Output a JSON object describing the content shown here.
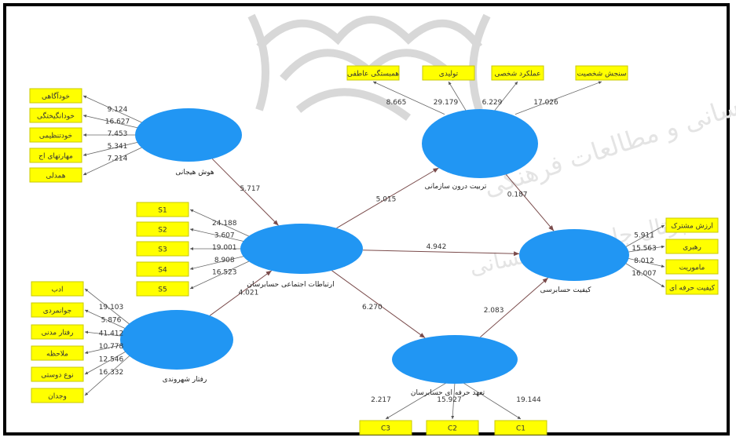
{
  "constructs": [
    {
      "id": "hooshHayjani",
      "label": "هوش هیجانی",
      "color": "#2196f3"
    },
    {
      "id": "tarbiatDaroni",
      "label": "تربیت درون سازمانی",
      "color": "#2196f3"
    },
    {
      "id": "ertebatat",
      "label": "ارتباطات اجتماعی حسابرسان",
      "color": "#2196f3"
    },
    {
      "id": "raftar",
      "label": "رفتار شهروندی",
      "color": "#2196f3"
    },
    {
      "id": "kefiat",
      "label": "کیفیت حسابرسی",
      "color": "#2196f3"
    },
    {
      "id": "taahod",
      "label": "تعهد حرفه ای حسابرسان",
      "color": "#2196f3"
    }
  ],
  "indicators": {
    "hooshHayjani": [
      {
        "label": "خودآگاهی",
        "weight": "9.124"
      },
      {
        "label": "خودانگیختگی",
        "weight": "16.627"
      },
      {
        "label": "خودتنظیمی",
        "weight": "7.453"
      },
      {
        "label": "مهارتهای اج",
        "weight": "5.341"
      },
      {
        "label": "همدلی",
        "weight": "7.214"
      }
    ],
    "tarbiatDaroni": [
      {
        "label": "همبستگی عاطفی",
        "weight": "8.665"
      },
      {
        "label": "تولیدی",
        "weight": "29.179"
      },
      {
        "label": "عملکرد شخصی",
        "weight": "6.229"
      },
      {
        "label": "سنجش شخصیت",
        "weight": "17.026"
      }
    ],
    "ertebatat": [
      {
        "label": "S1",
        "weight": "24.188"
      },
      {
        "label": "S2",
        "weight": "3.607"
      },
      {
        "label": "S3",
        "weight": "19.001"
      },
      {
        "label": "S4",
        "weight": "8.908"
      },
      {
        "label": "S5",
        "weight": "16.523"
      }
    ],
    "raftar": [
      {
        "label": "ادب",
        "weight": "19.103"
      },
      {
        "label": "جوانمردی",
        "weight": "5.876"
      },
      {
        "label": "رفتار مدنی",
        "weight": "41.412"
      },
      {
        "label": "ملاحظه",
        "weight": "10.778"
      },
      {
        "label": "نوع دوستی",
        "weight": "12.546"
      },
      {
        "label": "وجدان",
        "weight": "16.332"
      }
    ],
    "kefiat": [
      {
        "label": "ارزش مشترک",
        "weight": "5.911"
      },
      {
        "label": "رهبری",
        "weight": "15.563"
      },
      {
        "label": "ماموریت",
        "weight": "8.012"
      },
      {
        "label": "کیفیت حرفه ای",
        "weight": "16.007"
      }
    ],
    "taahod": [
      {
        "label": "C1",
        "weight": "19.144"
      },
      {
        "label": "C2",
        "weight": "15.927"
      },
      {
        "label": "C3",
        "weight": "2.217"
      }
    ]
  },
  "paths": [
    {
      "from": "hooshHayjani",
      "to": "ertebatat",
      "weight": "5.717"
    },
    {
      "from": "ertebatat",
      "to": "tarbiatDaroni",
      "weight": "5.015"
    },
    {
      "from": "tarbiatDaroni",
      "to": "kefiat",
      "weight": "0.187"
    },
    {
      "from": "ertebatat",
      "to": "kefiat",
      "weight": "4.942"
    },
    {
      "from": "raftar",
      "to": "ertebatat",
      "weight": "4.021"
    },
    {
      "from": "ertebatat",
      "to": "taahod",
      "weight": "6.270"
    },
    {
      "from": "taahod",
      "to": "kefiat",
      "weight": "2.083"
    }
  ]
}
